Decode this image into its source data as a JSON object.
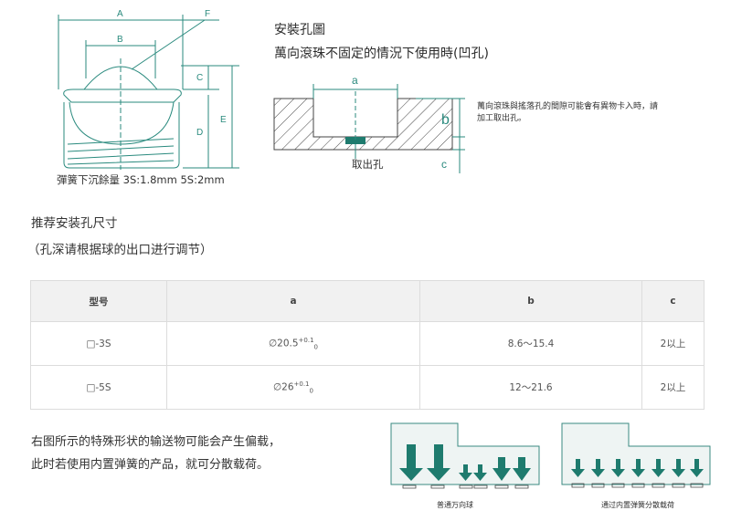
{
  "diagram": {
    "labels": {
      "a": "A",
      "b": "B",
      "f": "F",
      "c": "C",
      "d": "D",
      "e": "E"
    },
    "spring_caption": "彈簧下沉餘量 3S:1.8mm 5S:2mm"
  },
  "install": {
    "title": "安裝孔圖",
    "subtitle": "萬向滾珠不固定的情況下使用時(凹孔)",
    "label_a": "a",
    "label_b": "b",
    "label_c": "c",
    "hole_label": "取出孔",
    "note": "萬向滾珠與搖落孔的間隙可能會有異物卡入時，請加工取出孔。"
  },
  "recommend": {
    "title": "推荐安装孔尺寸",
    "subtitle": "（孔深请根据球的出口进行调节）"
  },
  "table": {
    "headers": [
      "型号",
      "a",
      "b",
      "c"
    ],
    "rows": [
      {
        "model": "□-3S",
        "a_main": "∅20.5",
        "a_sup": "+0.1",
        "a_sub": "0",
        "b": "8.6～15.4",
        "c": "2以上"
      },
      {
        "model": "□-5S",
        "a_main": "∅26",
        "a_sup": "+0.1",
        "a_sub": "0",
        "b": "12～21.6",
        "c": "2以上"
      }
    ]
  },
  "bottom": {
    "line1": "右图所示的特殊形状的输送物可能会产生偏载，",
    "line2": "此时若使用内置弹簧的产品，就可分散载荷。",
    "caption_left": "普通万向球",
    "caption_right": "通过内置弹簧分散载荷"
  },
  "colors": {
    "accent": "#1e7b6e",
    "line": "#2a8a7e",
    "hatch": "#444444"
  }
}
